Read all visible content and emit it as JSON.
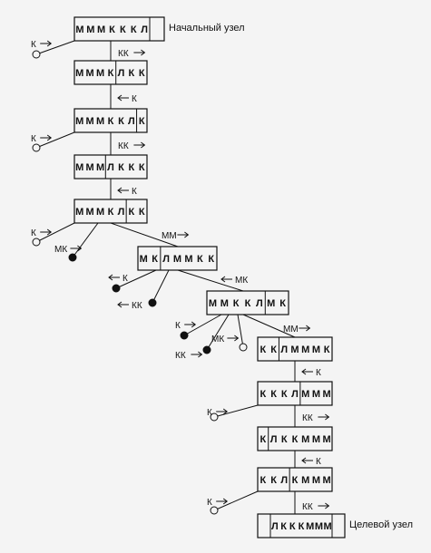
{
  "colors": {
    "background": "#f4f4f4",
    "ink": "#111111"
  },
  "labels": {
    "start_node": "Начальный узел",
    "goal_node": "Целевой узел"
  },
  "nodes": [
    {
      "id": "n1",
      "state": [
        "М",
        "М",
        "М",
        "К",
        "К",
        "К",
        "Л"
      ]
    },
    {
      "id": "n2",
      "state": [
        "М",
        "М",
        "М",
        "К",
        "Л",
        "К",
        "К"
      ]
    },
    {
      "id": "n3",
      "state": [
        "М",
        "М",
        "М",
        "К",
        "К",
        "Л",
        "К"
      ]
    },
    {
      "id": "n4",
      "state": [
        "М",
        "М",
        "М",
        "Л",
        "К",
        "К",
        "К"
      ]
    },
    {
      "id": "n5",
      "state": [
        "М",
        "М",
        "М",
        "К",
        "Л",
        "К",
        "К"
      ]
    },
    {
      "id": "n6",
      "state": [
        "М",
        "К",
        "Л",
        "М",
        "М",
        "К",
        "К"
      ]
    },
    {
      "id": "n7",
      "state": [
        "М",
        "М",
        "К",
        "К",
        "Л",
        "М",
        "К"
      ]
    },
    {
      "id": "n8",
      "state": [
        "К",
        "К",
        "Л",
        "М",
        "М",
        "М",
        "К"
      ]
    },
    {
      "id": "n9",
      "state": [
        "К",
        "К",
        "К",
        "Л",
        "М",
        "М",
        "М"
      ]
    },
    {
      "id": "n10",
      "state": [
        "К",
        "Л",
        "К",
        "К",
        "М",
        "М",
        "М"
      ]
    },
    {
      "id": "n11",
      "state": [
        "К",
        "К",
        "Л",
        "К",
        "М",
        "М",
        "М"
      ]
    },
    {
      "id": "n12",
      "state": [
        "Л",
        "К",
        "К",
        "К",
        "М",
        "М",
        "М"
      ]
    }
  ],
  "moves": [
    {
      "id": "e1",
      "label": "КК",
      "arrow": "right"
    },
    {
      "id": "e2",
      "label": "К",
      "arrow": "left"
    },
    {
      "id": "e3",
      "label": "КК",
      "arrow": "right"
    },
    {
      "id": "e4",
      "label": "К",
      "arrow": "left"
    },
    {
      "id": "e5",
      "label": "ММ",
      "arrow": "right"
    },
    {
      "id": "e6",
      "label": "МК",
      "arrow": "left"
    },
    {
      "id": "e7",
      "label": "ММ",
      "arrow": "right"
    },
    {
      "id": "e8",
      "label": "К",
      "arrow": "left"
    },
    {
      "id": "e9",
      "label": "КК",
      "arrow": "right"
    },
    {
      "id": "e10",
      "label": "К",
      "arrow": "left"
    },
    {
      "id": "e11",
      "label": "КК",
      "arrow": "right"
    }
  ],
  "branches": [
    {
      "id": "b1",
      "label": "К",
      "arrow": "right",
      "marker": "open"
    },
    {
      "id": "b2",
      "label": "К",
      "arrow": "right",
      "marker": "open"
    },
    {
      "id": "b3",
      "label": "К",
      "arrow": "right",
      "marker": "open"
    },
    {
      "id": "b4",
      "label": "МК",
      "arrow": "right",
      "marker": "filled"
    },
    {
      "id": "b5",
      "label": "К",
      "arrow": "left",
      "marker": "filled"
    },
    {
      "id": "b6",
      "label": "КК",
      "arrow": "left",
      "marker": "filled"
    },
    {
      "id": "b7",
      "label": "К",
      "arrow": "right",
      "marker": "filled"
    },
    {
      "id": "b8",
      "label": "КК",
      "arrow": "right",
      "marker": "filled"
    },
    {
      "id": "b9",
      "label": "МК",
      "arrow": "right",
      "marker": "open"
    },
    {
      "id": "b10",
      "label": "К",
      "arrow": "right",
      "marker": "open"
    },
    {
      "id": "b11",
      "label": "К",
      "arrow": "right",
      "marker": "open"
    }
  ]
}
